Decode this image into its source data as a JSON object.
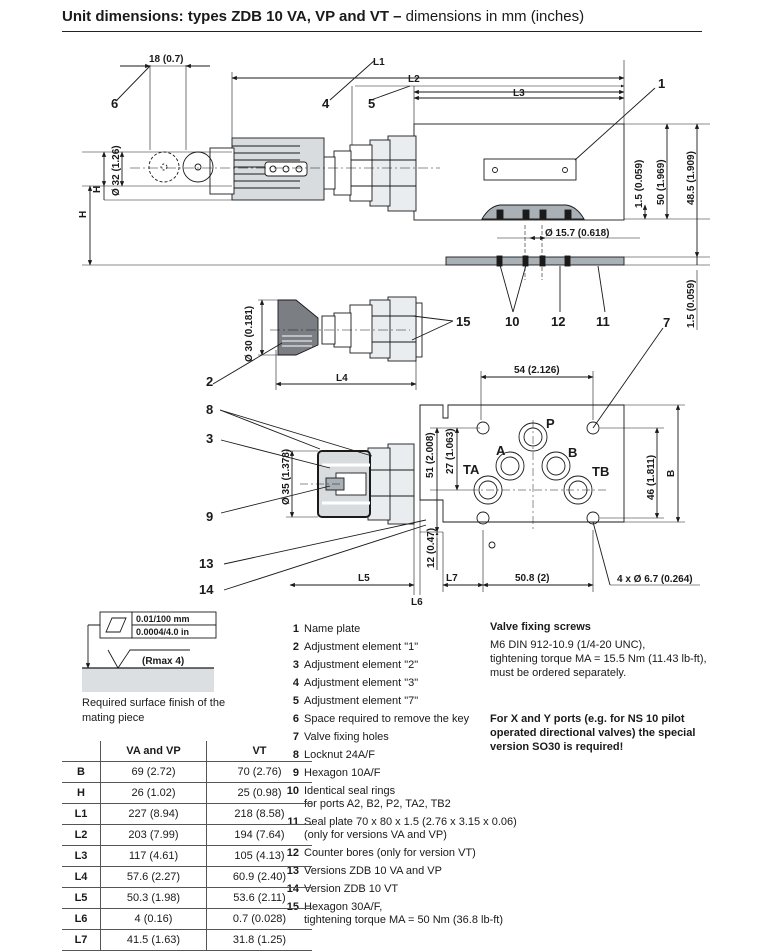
{
  "title": {
    "bold": "Unit dimensions: types ZDB 10 VA, VP and VT –",
    "thin": " dimensions in mm (inches)"
  },
  "drawing_labels": {
    "d18": "18 (0.7)",
    "L1": "L1",
    "L2": "L2",
    "L3": "L3",
    "L4": "L4",
    "L5": "L5",
    "L6": "L6",
    "L7": "L7",
    "H": "H",
    "d32": "Ø 32 (1.26)",
    "d15a": "1.5 (0.059)",
    "d50": "50 (1.969)",
    "d48": "48.5 (1.909)",
    "d15b": "1.5 (0.059)",
    "d157": "Ø 15.7 (0.618)",
    "d30": "Ø 30 (0.181)",
    "d54": "54 (2.126)",
    "d51": "51 (2.008)",
    "d27": "27 (1.063)",
    "d46": "46 (1.811)",
    "B": "B",
    "d35": "Ø 35 (1.378)",
    "d12": "12 (0.47)",
    "d508": "50.8 (2)",
    "d67": "4 x Ø 6.7 (0.264)",
    "portP": "P",
    "portA": "A",
    "portB": "B",
    "portTA": "TA",
    "portTB": "TB",
    "c1": "1",
    "c2": "2",
    "c3": "3",
    "c4": "4",
    "c5": "5",
    "c6": "6",
    "c7": "7",
    "c8": "8",
    "c9": "9",
    "c10": "10",
    "c11": "11",
    "c12": "12",
    "c13": "13",
    "c14": "14",
    "c15": "15",
    "tol1": "0.01/100 mm",
    "tol2": "0.0004/4.0 in",
    "rmax": "(Rmax 4)"
  },
  "surface_caption": "Required surface finish of the mating piece",
  "legend": [
    {
      "n": "1",
      "t": "Name plate"
    },
    {
      "n": "2",
      "t": "Adjustment element \"1\""
    },
    {
      "n": "3",
      "t": "Adjustment element \"2\""
    },
    {
      "n": "4",
      "t": "Adjustment element \"3\""
    },
    {
      "n": "5",
      "t": "Adjustment element \"7\""
    },
    {
      "n": "6",
      "t": "Space required to remove the key"
    },
    {
      "n": "7",
      "t": "Valve fixing holes"
    },
    {
      "n": "8",
      "t": "Locknut 24A/F"
    },
    {
      "n": "9",
      "t": "Hexagon 10A/F"
    },
    {
      "n": "10",
      "t": "Identical seal rings",
      "t2": "for ports A2, B2, P2, TA2, TB2"
    },
    {
      "n": "11",
      "t": "Seal plate 70 x 80 x 1.5 (2.76 x 3.15 x 0.06)",
      "t2": "(only for versions VA and VP)"
    },
    {
      "n": "12",
      "t": "Counter bores (only for version VT)"
    },
    {
      "n": "13",
      "t": "Versions ZDB 10 VA and VP"
    },
    {
      "n": "14",
      "t": "Version ZDB 10 VT"
    },
    {
      "n": "15",
      "t": "Hexagon 30A/F,",
      "t2": "tightening torque MA = 50 Nm (36.8 lb-ft)"
    }
  ],
  "screws": {
    "heading": "Valve fixing screws",
    "line1": "M6 DIN 912-10.9 (1/4-20 UNC),",
    "line2": "tightening torque MA = 15.5 Nm (11.43 lb-ft),",
    "line3": "must be ordered separately."
  },
  "note": "For X and Y ports (e.g. for NS 10 pilot operated directional valves) the special version SO30 is required!",
  "table": {
    "headers": [
      "",
      "VA and VP",
      "VT"
    ],
    "rows": [
      {
        "k": "B",
        "va": "69 (2.72)",
        "vt": "70 (2.76)"
      },
      {
        "k": "H",
        "va": "26 (1.02)",
        "vt": "25 (0.98)"
      },
      {
        "k": "L1",
        "va": "227 (8.94)",
        "vt": "218 (8.58)"
      },
      {
        "k": "L2",
        "va": "203 (7.99)",
        "vt": "194 (7.64)"
      },
      {
        "k": "L3",
        "va": "117 (4.61)",
        "vt": "105 (4.13)"
      },
      {
        "k": "L4",
        "va": "57.6 (2.27)",
        "vt": "60.9 (2.40)"
      },
      {
        "k": "L5",
        "va": "50.3 (1.98)",
        "vt": "53.6 (2.11)"
      },
      {
        "k": "L6",
        "va": "4 (0.16)",
        "vt": "0.7 (0.028)"
      },
      {
        "k": "L7",
        "va": "41.5 (1.63)",
        "vt": "31.8 (1.25)"
      }
    ]
  }
}
